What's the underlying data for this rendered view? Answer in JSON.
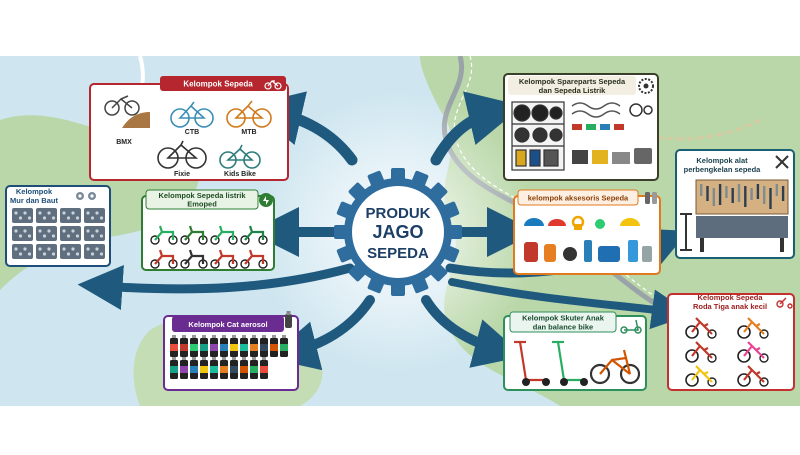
{
  "center": {
    "line1": "PRODUK",
    "line2": "JAGO",
    "line3": "SEPEDA"
  },
  "colors": {
    "sea": "#cfe6f0",
    "land": "#b9d7a8",
    "arrow": "#1f5a7e",
    "ring": "#2f6d9e",
    "text_navy": "#1d3f66"
  },
  "groups": {
    "sepeda": {
      "title": "Kelompok Sepeda",
      "color": "#b5262f",
      "labels": {
        "bmx": "BMX",
        "ctb": "CTB",
        "mtb": "MTB",
        "fixie": "Fixie",
        "kids": "Kids Bike"
      }
    },
    "mur": {
      "title_line1": "Kelompok",
      "title_line2": "Mur dan Baut",
      "color": "#1e4e79"
    },
    "listrik": {
      "title_line1": "Kelompok Sepeda listrik",
      "title_line2": "Emoped",
      "color": "#2e7d32"
    },
    "cat": {
      "title": "Kelompok Cat aerosol",
      "color": "#6a2c91"
    },
    "spareparts": {
      "title_line1": "Kelompok Spareparts Sepeda",
      "title_line2": "dan Sepeda Listrik",
      "color": "#3b3f2a"
    },
    "aksesoris": {
      "title": "kelompok aksesoris Sepeda",
      "color": "#e07a1f"
    },
    "alat": {
      "title_line1": "Kelompok alat",
      "title_line2": "perbengkelan sepeda",
      "color": "#1a5f72"
    },
    "skuter": {
      "title_line1": "Kelompok Skuter Anak",
      "title_line2": "dan balance bike",
      "color": "#2f8f5b"
    },
    "rodatiga": {
      "title_line1": "Kelompok Sepeda",
      "title_line2": "Roda Tiga anak kecil",
      "color": "#c42f2f"
    }
  }
}
